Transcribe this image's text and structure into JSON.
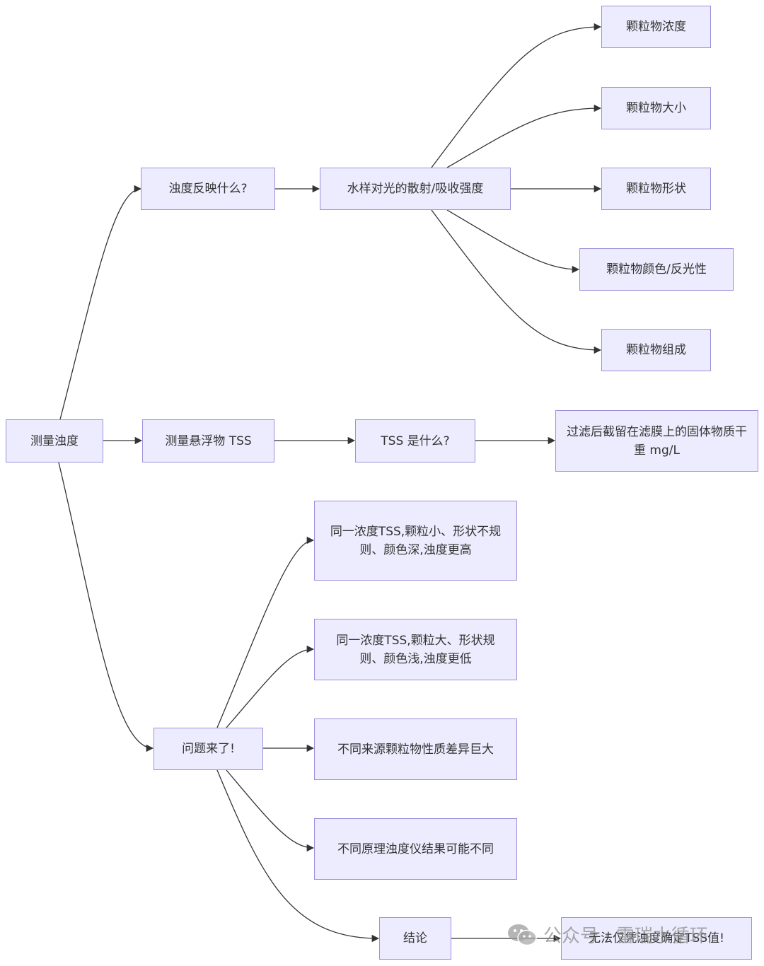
{
  "nodes": {
    "measure_turbidity": "测量浊度",
    "what_turbidity": "浊度反映什么?",
    "scatter": "水样对光的散射/吸收强度",
    "conc": "颗粒物浓度",
    "size": "颗粒物大小",
    "shape": "颗粒物形状",
    "color": "颗粒物颜色/反光性",
    "composition": "颗粒物组成",
    "measure_tss": "测量悬浮物 TSS",
    "what_tss": "TSS 是什么?",
    "tss_def": "过滤后截留在滤膜上的固体物质干重 mg/L",
    "problem": "问题来了!",
    "p1": "同一浓度TSS,颗粒小、形状不规则、颜色深,浊度更高",
    "p2": "同一浓度TSS,颗粒大、形状规则、颜色浅,浊度更低",
    "p3": "不同来源颗粒物性质差异巨大",
    "p4": "不同原理浊度仪结果可能不同",
    "conclusion": "结论",
    "final": "无法仅凭浊度确定TSS值!"
  },
  "watermark": {
    "icon": "wechat-icon",
    "text": "公众号 · 雷瑞水循环"
  },
  "colors": {
    "node_fill": "#ececfe",
    "node_border": "#9c8fdb",
    "edge": "#333333"
  }
}
